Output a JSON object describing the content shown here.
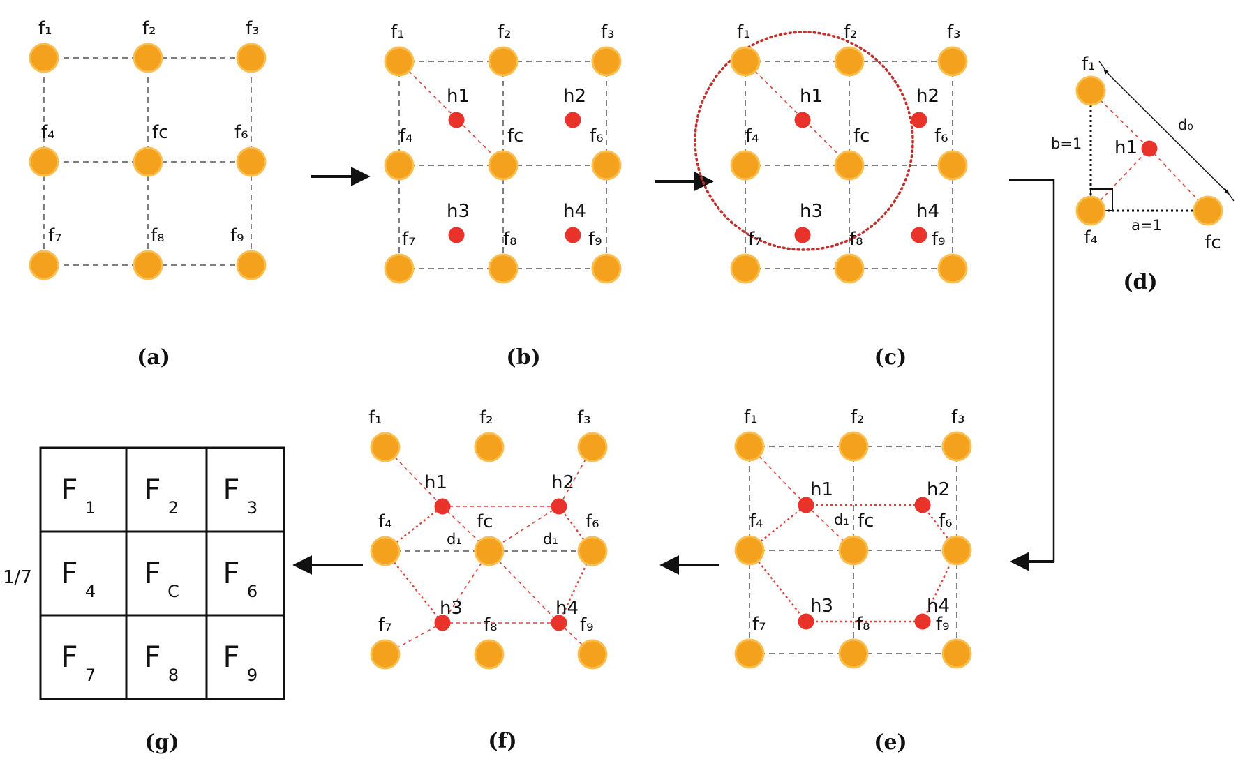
{
  "colors": {
    "node": "#f4a11d",
    "node_stroke": "#f9bf52",
    "hidden": "#e8322a",
    "grid_line": "#555555",
    "red_line": "#d9453a",
    "circle": "#c0312b"
  },
  "panels": {
    "a": {
      "caption": "(a)"
    },
    "b": {
      "caption": "(b)"
    },
    "c": {
      "caption": "(c)"
    },
    "d": {
      "caption": "(d)",
      "b_label": "b=1",
      "a_label": "a=1",
      "d0_label": "d₀"
    },
    "e": {
      "caption": "(e)",
      "d1_label": "d₁"
    },
    "f": {
      "caption": "(f)",
      "d1_left": "d₁",
      "d1_right": "d₁"
    },
    "g": {
      "caption": "(g)",
      "side_label": "1/7",
      "cells": [
        {
          "main": "F",
          "sub": "1"
        },
        {
          "main": "F",
          "sub": "2"
        },
        {
          "main": "F",
          "sub": "3"
        },
        {
          "main": "F",
          "sub": "4"
        },
        {
          "main": "F",
          "sub": "C"
        },
        {
          "main": "F",
          "sub": "6"
        },
        {
          "main": "F",
          "sub": "7"
        },
        {
          "main": "F",
          "sub": "8"
        },
        {
          "main": "F",
          "sub": "9"
        }
      ]
    }
  },
  "node_labels": {
    "f1": "f₁",
    "f2": "f₂",
    "f3": "f₃",
    "f4": "f₄",
    "fc": "fᴄ",
    "f6": "f₆",
    "f7": "f₇",
    "f8": "f₈",
    "f9": "f₉"
  },
  "hidden_labels": {
    "h1": "h1",
    "h2": "h2",
    "h3": "h3",
    "h4": "h4"
  }
}
